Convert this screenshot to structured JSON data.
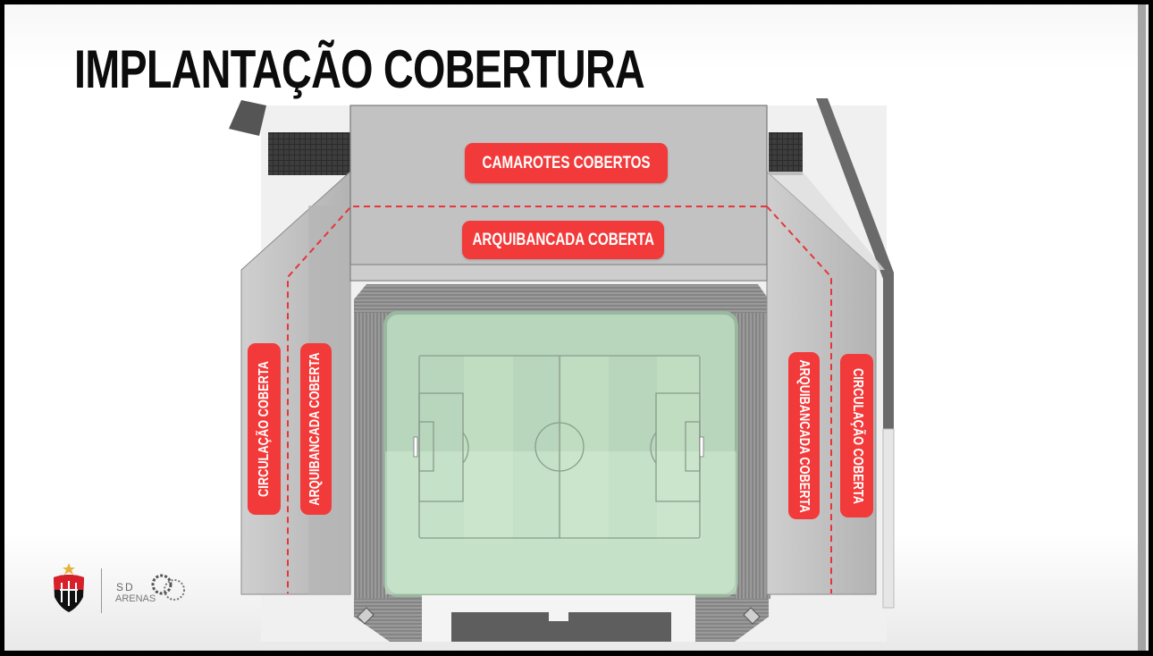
{
  "slide": {
    "title": "IMPLANTAÇÃO COBERTURA",
    "accent_color": "#f23a3a",
    "roof_color": "#c4c4c4",
    "pitch_color": "#b9d8bf"
  },
  "labels": {
    "camarotes": "CAMAROTES COBERTOS",
    "arquibancada_top": "ARQUIBANCADA COBERTA",
    "circulacao_left": "CIRCULAÇÃO COBERTA",
    "arquibancada_left": "ARQUIBANCADA COBERTA",
    "arquibancada_right": "ARQUIBANCADA COBERTA",
    "circulacao_right": "CIRCULAÇÃO COBERTA"
  },
  "footer": {
    "club_logo": "club-crest-icon",
    "partner_line1": "SD",
    "partner_line2": "ARENAS"
  }
}
